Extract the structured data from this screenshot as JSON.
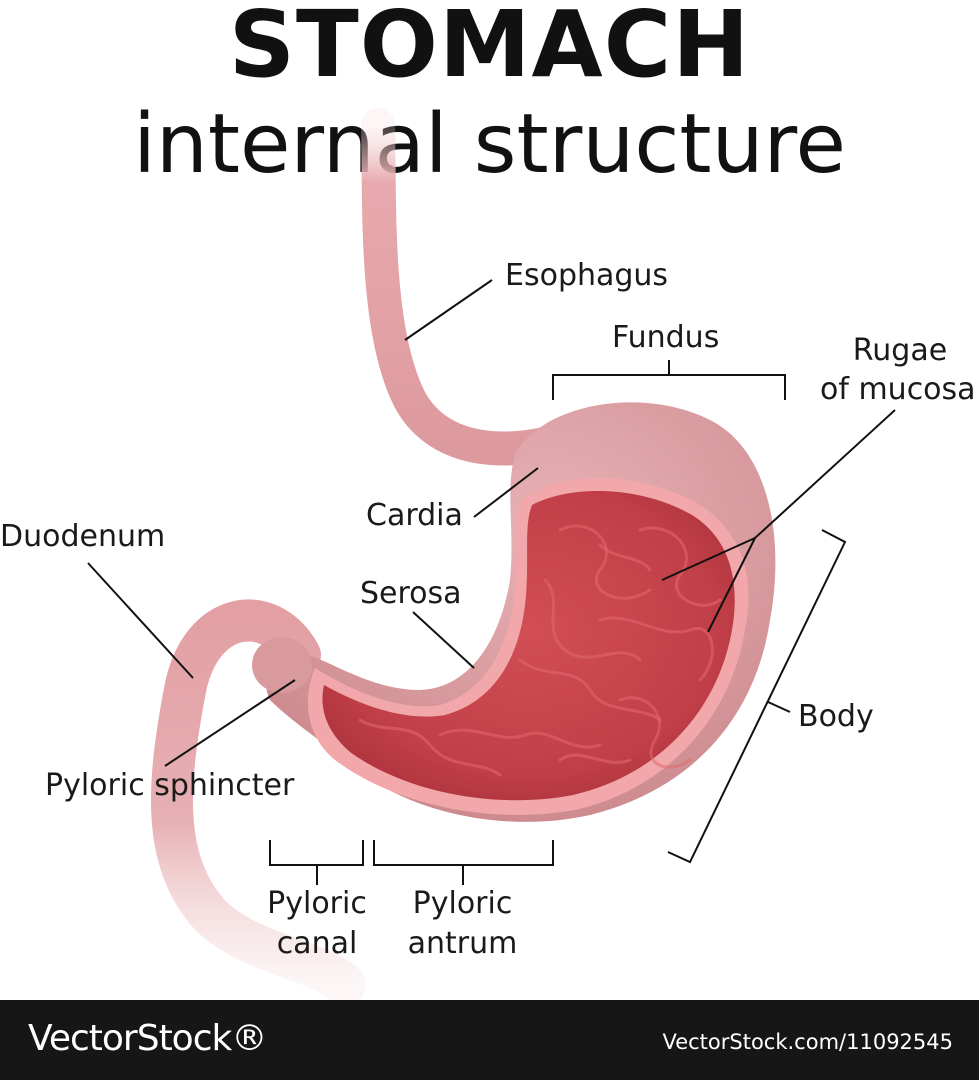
{
  "title": "STOMACH",
  "subtitle": "internal structure",
  "labels": {
    "esophagus": "Esophagus",
    "fundus": "Fundus",
    "rugae_line1": "Rugae",
    "rugae_line2": "of mucosa",
    "cardia": "Cardia",
    "duodenum": "Duodenum",
    "serosa": "Serosa",
    "body": "Body",
    "pyloric_sphincter": "Pyloric sphincter",
    "pyloric_canal_line1": "Pyloric",
    "pyloric_canal_line2": "canal",
    "pyloric_antrum_line1": "Pyloric",
    "pyloric_antrum_line2": "antrum"
  },
  "footer": {
    "brand": "VectorStock®",
    "image_id": "VectorStock.com/11092545"
  },
  "colors": {
    "outer_tissue": "#e3a4a8",
    "outer_tissue_dark": "#c98589",
    "mucosa_edge": "#f2a8aa",
    "interior": "#c9444c",
    "interior_dark": "#a8303a",
    "leader_line": "#111111",
    "footer_bg": "#161616"
  }
}
